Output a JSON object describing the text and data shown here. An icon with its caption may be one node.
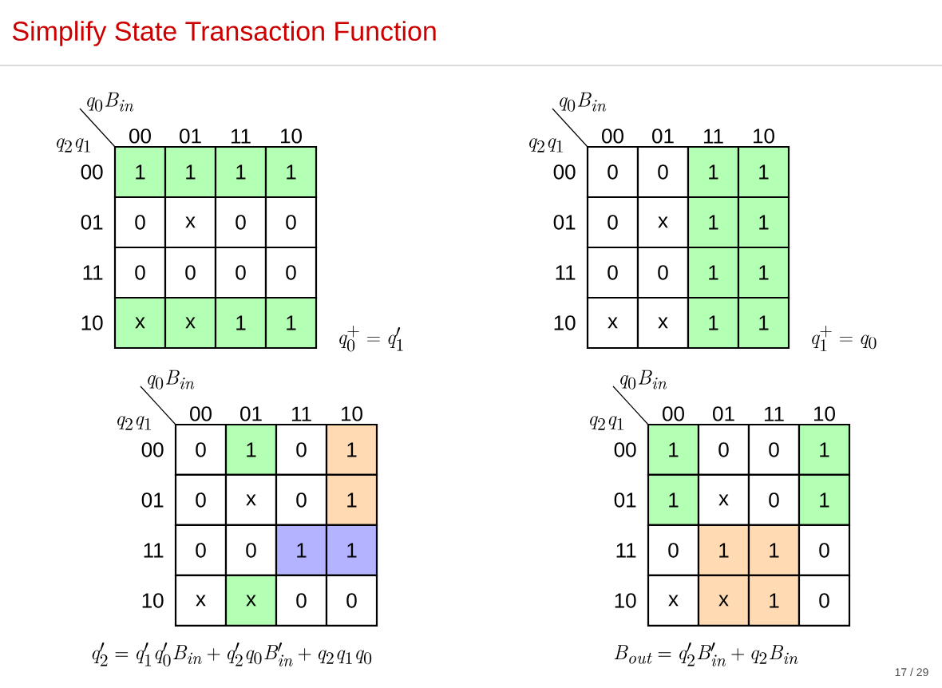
{
  "diagram": {
    "title": "Simplify State Transaction Function",
    "labels": [
      "q_0B_{in}",
      "00",
      "01",
      "11",
      "10",
      "q_2q_1",
      "00",
      "1",
      "1",
      "1",
      "1",
      "01",
      "0",
      "x",
      "0",
      "0",
      "11",
      "0",
      "0",
      "0",
      "0",
      "10",
      "x",
      "x",
      "1",
      "1",
      "q_0^+ = q_1'",
      "q_0B_{in}",
      "00",
      "01",
      "11",
      "10",
      "q_2q_1",
      "00",
      "0",
      "0",
      "1",
      "1",
      "01",
      "0",
      "x",
      "1",
      "1",
      "11",
      "0",
      "0",
      "1",
      "1",
      "10",
      "x",
      "x",
      "1",
      "1",
      "q_1^+ = q_0",
      "q_0B_{in}",
      "00",
      "01",
      "11",
      "10",
      "q_2q_1",
      "00",
      "0",
      "1",
      "0",
      "1",
      "01",
      "0",
      "x",
      "0",
      "1",
      "11",
      "0",
      "0",
      "1",
      "1",
      "10",
      "x",
      "x",
      "0",
      "0",
      "q_2' = q_1'q_0'B_{in} + q_2'q_0B_{in}' + q_2q_1q_0",
      "q_0B_{in}",
      "00",
      "01",
      "11",
      "10",
      "q_2q_1",
      "00",
      "1",
      "0",
      "0",
      "1",
      "01",
      "1",
      "x",
      "0",
      "1",
      "11",
      "0",
      "1",
      "1",
      "0",
      "10",
      "x",
      "x",
      "1",
      "0",
      "B_{out} = q_2'B_{in}' + q_2B_{in}",
      "17 / 29"
    ]
  }
}
